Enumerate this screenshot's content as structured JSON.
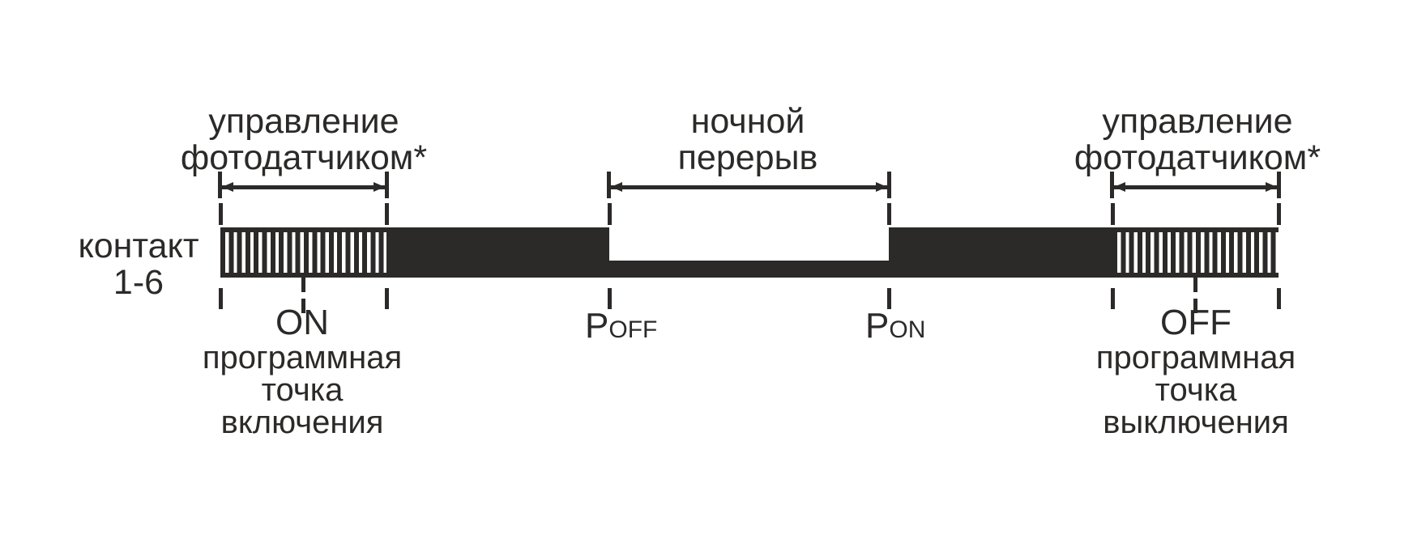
{
  "colors": {
    "ink": "#2b2a29",
    "background": "#ffffff"
  },
  "labels": {
    "sensor_control_left": {
      "line1": "управление",
      "line2": "фотодатчиком*"
    },
    "night_break": {
      "line1": "ночной",
      "line2": "перерыв"
    },
    "sensor_control_right": {
      "line1": "управление",
      "line2": "фотодатчиком*"
    },
    "contact": {
      "line1": "контакт",
      "line2": "1-6"
    }
  },
  "points": {
    "on": {
      "title": "ON",
      "desc1": "программная",
      "desc2": "точка",
      "desc3": "включения"
    },
    "off": {
      "title": "OFF",
      "desc1": "программная",
      "desc2": "точка",
      "desc3": "выключения"
    },
    "p_off": {
      "base": "P",
      "sub": "OFF"
    },
    "p_on": {
      "base": "P",
      "sub": "ON"
    }
  }
}
